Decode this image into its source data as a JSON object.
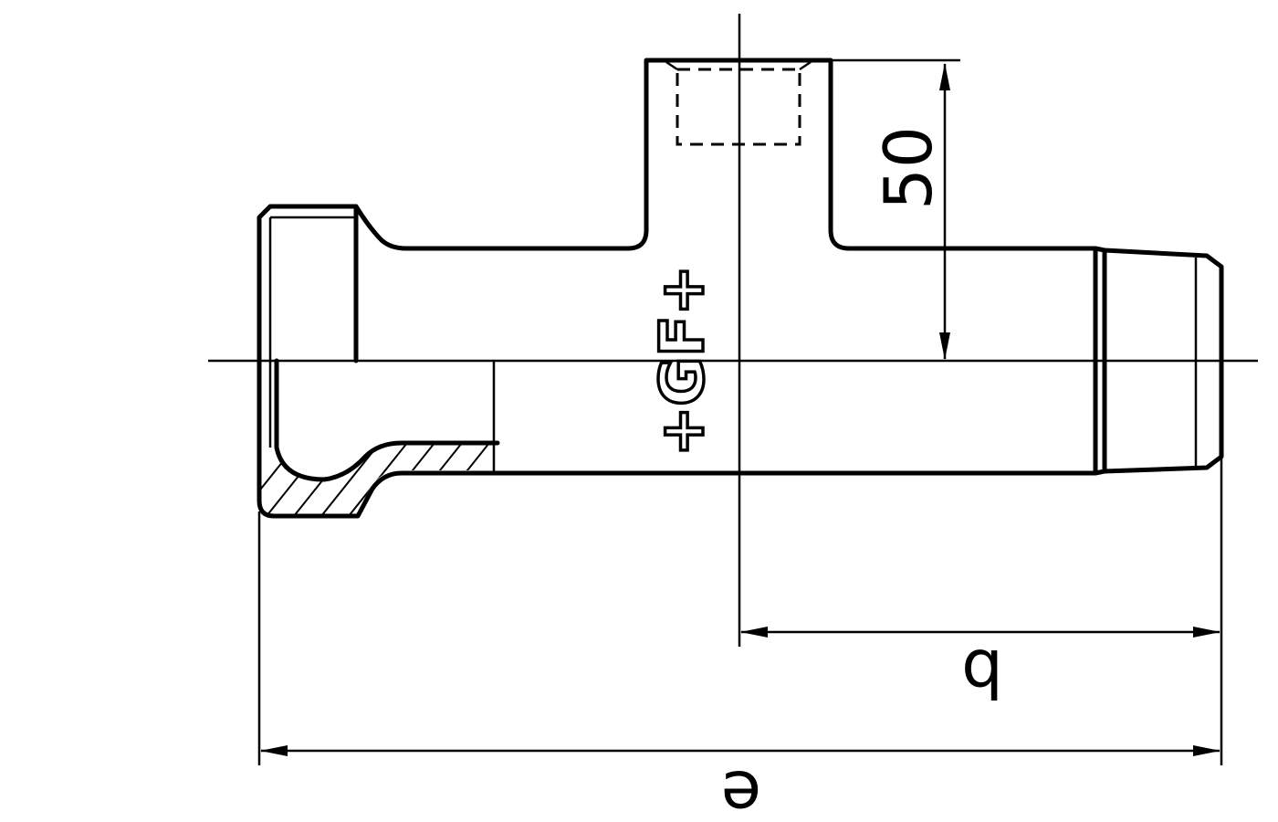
{
  "drawing": {
    "dimensions": {
      "height_label": "50",
      "offset_label": "b",
      "length_label": "e"
    },
    "logo": {
      "text": "+GF+"
    },
    "colors": {
      "line": "#000000",
      "background": "#ffffff"
    }
  }
}
